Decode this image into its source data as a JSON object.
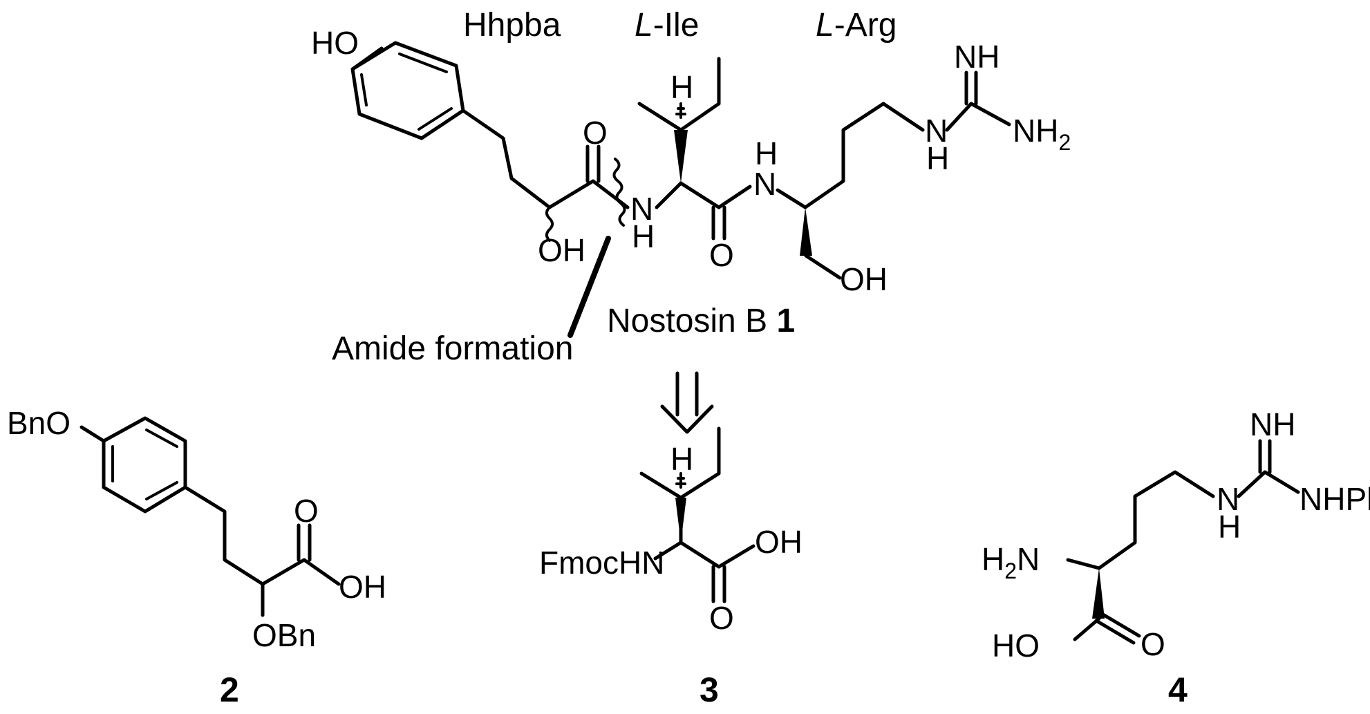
{
  "fragment_labels": {
    "hhpba": "Hhpba",
    "ile_prefix": "L",
    "ile_suffix": "-Ile",
    "arg_prefix": "L",
    "arg_suffix": "-Arg"
  },
  "compound_1": {
    "name": "Nostosin B",
    "number": "1",
    "labels": {
      "ho": "HO",
      "oh_alpha": "OH",
      "o_hhpba": "O",
      "n_ile": "N",
      "h_ile_n": "H",
      "h_ile": "H",
      "o_ile": "O",
      "n_arg": "N",
      "h_arg_n": "H",
      "oh_arg": "OH",
      "nh_imine": "NH",
      "n_guan": "N",
      "h_guan": "H",
      "nh2": "NH",
      "nh2_sub": "2"
    }
  },
  "annotation": "Amide formation",
  "retro_arrow_icon": "retrosynthesis-arrow-icon",
  "compound_2": {
    "number": "2",
    "labels": {
      "bno": "BnO",
      "o": "O",
      "oh": "OH",
      "obn": "OBn"
    }
  },
  "compound_3": {
    "number": "3",
    "labels": {
      "h": "H",
      "fmochn": "FmocHN",
      "oh": "OH",
      "o": "O"
    }
  },
  "compound_4": {
    "number": "4",
    "labels": {
      "nh_imine": "NH",
      "n_guan": "N",
      "h_guan": "H",
      "nhpbf": "NHPbf",
      "h2n_h": "H",
      "h2n_sub": "2",
      "h2n_n": "N",
      "ho": "HO",
      "o": "O"
    }
  }
}
